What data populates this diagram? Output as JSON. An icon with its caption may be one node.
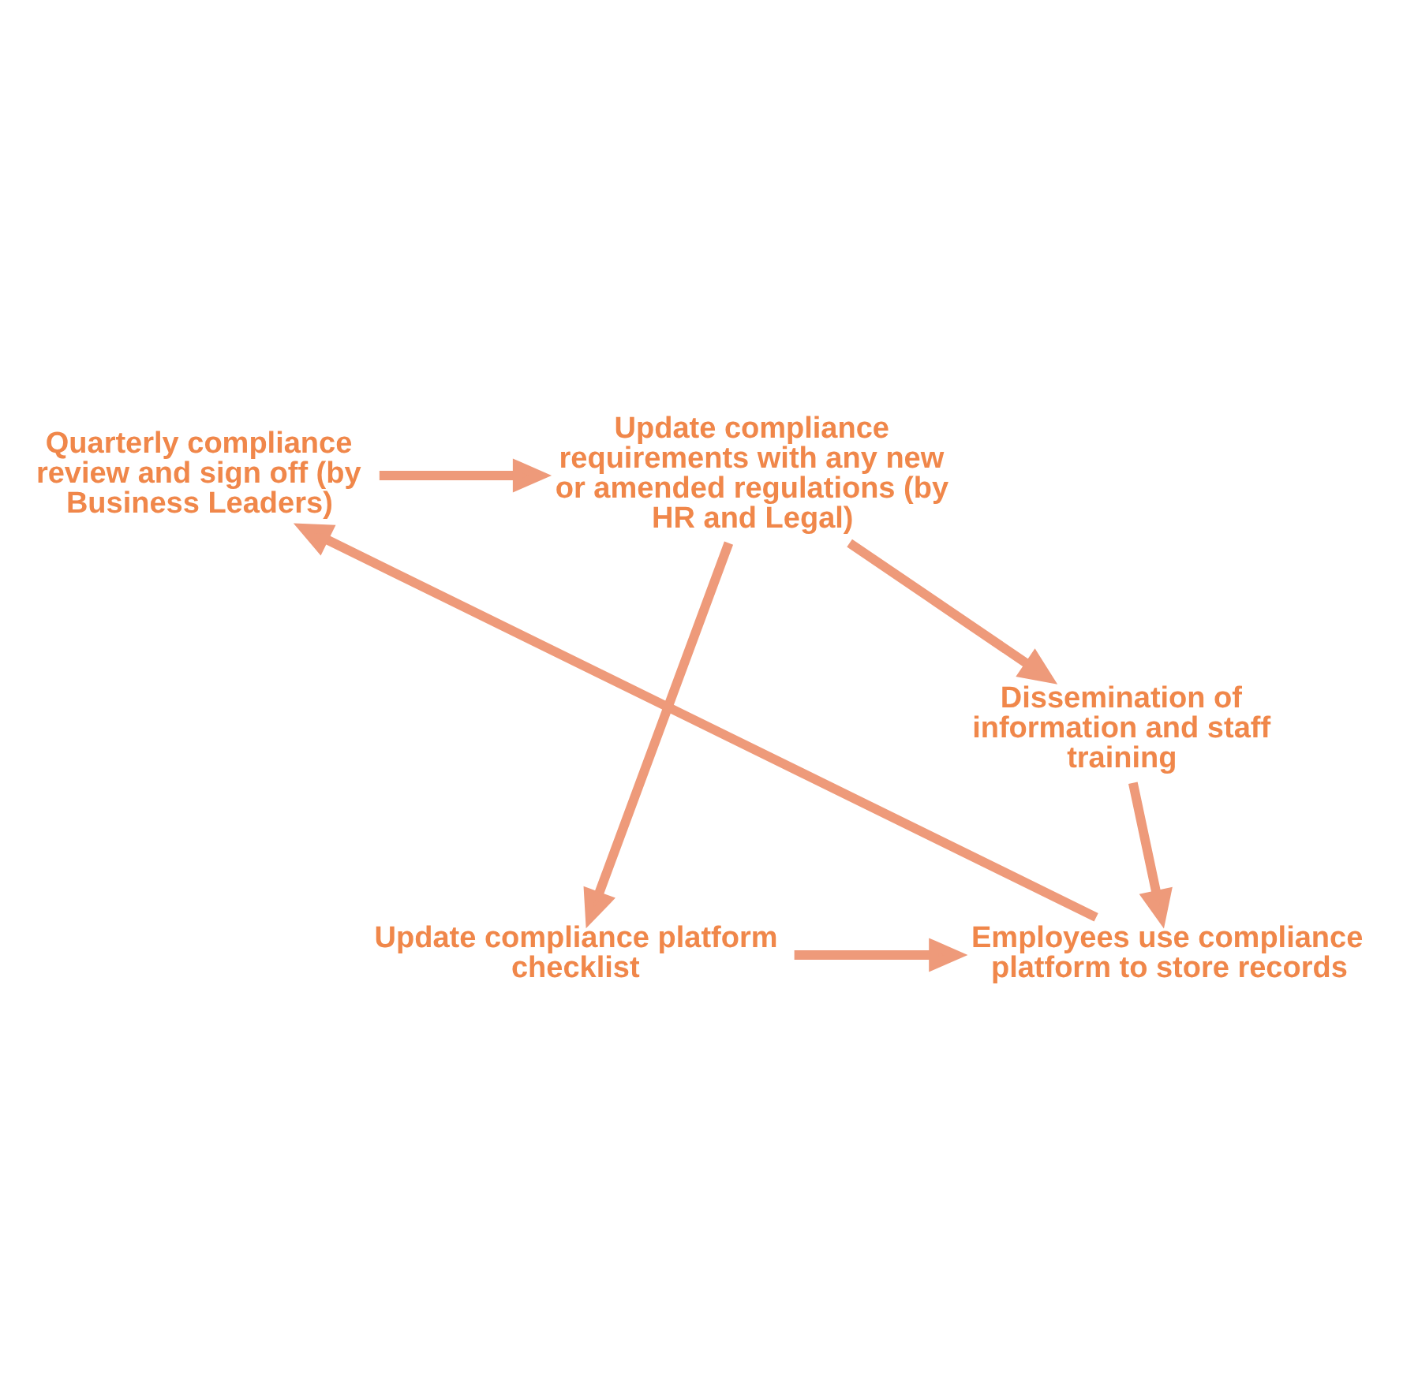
{
  "diagram": {
    "nodes": [
      {
        "text": [
          "Quarterly compliance review and sign off (by Business Leaders)"
        ]
      },
      {
        "text": [
          "Update compliance requirements with any new or amended regulations (by HR and Legal)"
        ]
      },
      {
        "text": [
          "Dissemination of information and staff training"
        ]
      },
      {
        "text": [
          "Update compliance platform checklist"
        ]
      },
      {
        "text": [
          "Employees use compliance platform to store records"
        ]
      }
    ],
    "edges": [
      {
        "from": 0,
        "to": 1,
        "arrow": "to"
      },
      {
        "from": 1,
        "to": 2,
        "arrow": "to"
      },
      {
        "from": 1,
        "to": 3,
        "arrow": "to"
      },
      {
        "from": 2,
        "to": 4,
        "arrow": "to"
      },
      {
        "from": 3,
        "to": 4,
        "arrow": "to"
      },
      {
        "from": 4,
        "to": 0,
        "arrow": "to"
      }
    ]
  }
}
